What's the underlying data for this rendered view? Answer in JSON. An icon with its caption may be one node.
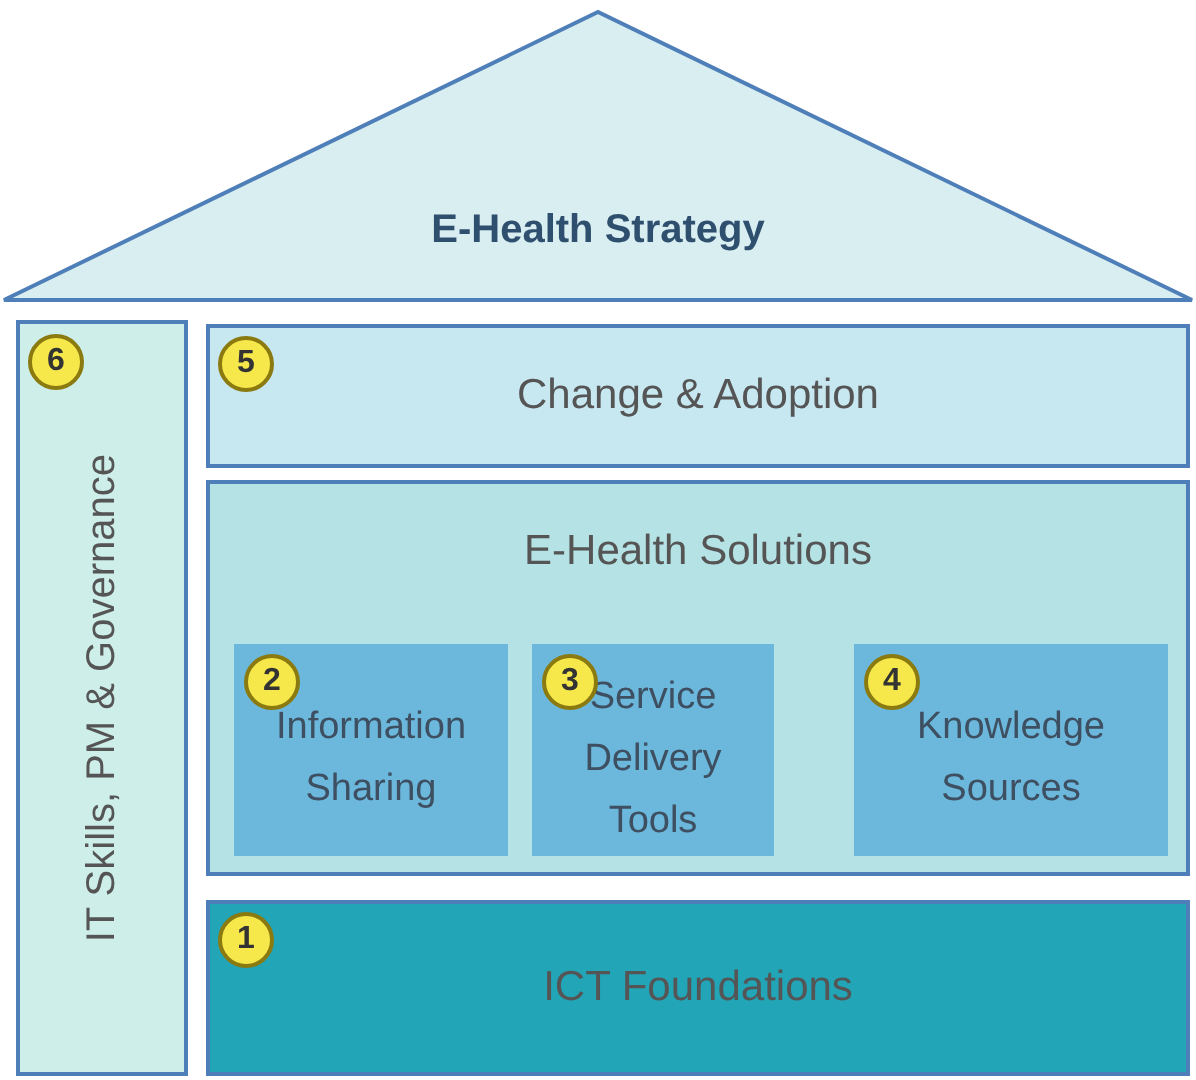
{
  "diagram": {
    "nodes": [
      {
        "text": [
          "E-Health Strategy"
        ]
      },
      {
        "text": [
          "IT Skills, PM & Governance"
        ]
      },
      {
        "text": [
          "6"
        ],
        "in": 1
      },
      {
        "text": [
          "Change & Adoption"
        ]
      },
      {
        "text": [
          "5"
        ],
        "in": 3
      },
      {
        "text": [
          "E-Health Solutions"
        ]
      },
      {
        "text": [
          "Information Sharing"
        ],
        "in": 5
      },
      {
        "text": [
          "2"
        ],
        "in": 6
      },
      {
        "text": [
          "Service Delivery Tools"
        ],
        "in": 5
      },
      {
        "text": [
          "3"
        ],
        "in": 8
      },
      {
        "text": [
          "Knowledge Sources"
        ],
        "in": 5
      },
      {
        "text": [
          "4"
        ],
        "in": 10
      },
      {
        "text": [
          "ICT Foundations"
        ]
      },
      {
        "text": [
          "1"
        ],
        "in": 12
      }
    ]
  }
}
